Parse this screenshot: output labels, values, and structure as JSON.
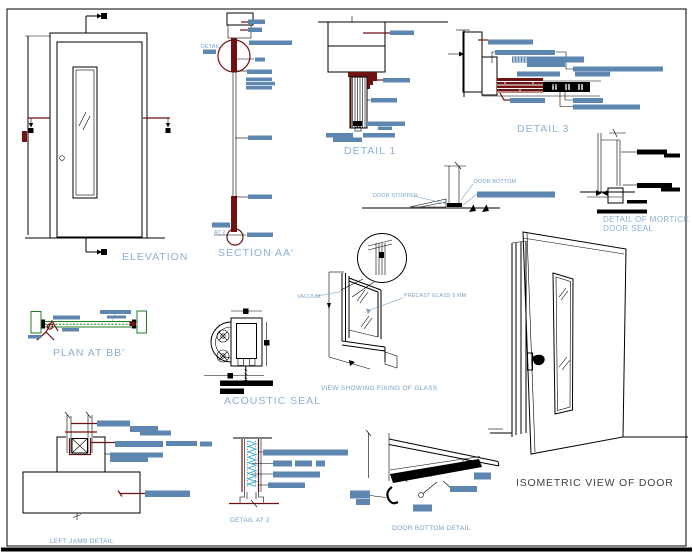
{
  "labels": {
    "elevation": "ELEVATION",
    "section_aa": "SECTION AA'",
    "detail_marker": "DETAIL",
    "at_2_marker": "AT 2",
    "detail_1": "DETAIL 1",
    "detail_3": "DETAIL 3",
    "door_stopper": "DOOR STOPPER",
    "door_bottom": "DOOR BOTTOM",
    "mortice_line1": "DETAIL OF MORTICE",
    "mortice_line2": "DOOR SEAL",
    "plan_bb": "PLAN AT BB'",
    "acoustic_seal": "ACOUSTIC SEAL",
    "vacuum": "VACUUM",
    "precast_glass": "PRECAST GLASS 6 MM",
    "view_glass": "VIEW SHOWING FIXING OF GLASS",
    "isometric": "ISOMETRIC VIEW OF DOOR",
    "left_jamb": "LEFT JAMB DETAIL",
    "detail_at_2": "DETAIL AT 2",
    "door_bottom_detail": "DOOR BOTTOM DETAIL"
  },
  "colors": {
    "annotation_blue": "#5d86b0",
    "label_blue": "#8ab1d6",
    "small_label_blue": "#739fc7",
    "maroon": "#6e1311",
    "green": "#1f7d20",
    "cyan": "#3fb6cf",
    "dark_label": "#3f3f3f"
  }
}
